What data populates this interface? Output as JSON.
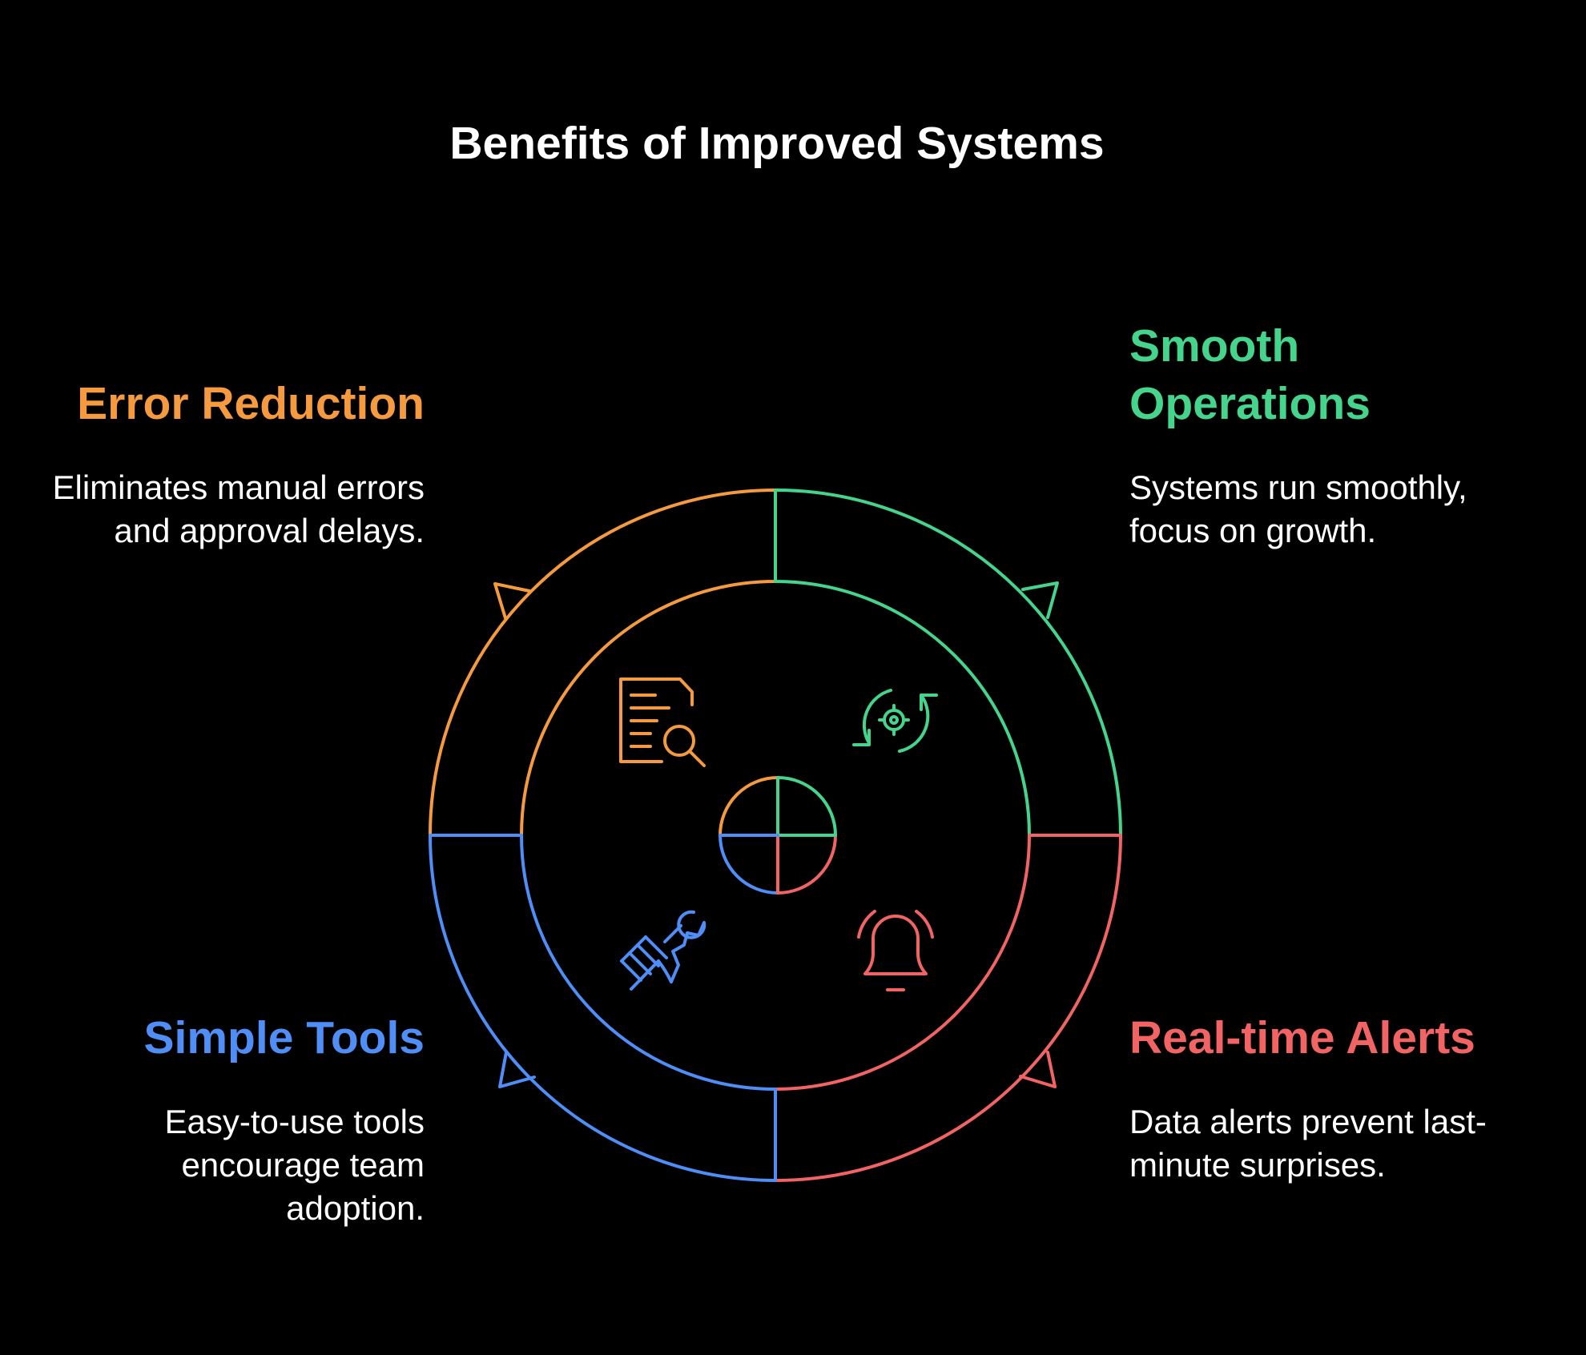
{
  "title": "Benefits of Improved Systems",
  "colors": {
    "orange": "#F59A3F",
    "green": "#45D48C",
    "red": "#F26464",
    "blue": "#4F8EF7",
    "background": "#000000",
    "text": "#FFFFFF"
  },
  "quadrants": [
    {
      "key": "error_reduction",
      "heading": "Error Reduction",
      "description": "Eliminates manual errors and approval delays.",
      "color": "orange",
      "icon": "document-search-icon"
    },
    {
      "key": "smooth_operations",
      "heading": "Smooth Operations",
      "description": "Systems run smoothly, focus on growth.",
      "color": "green",
      "icon": "gear-cycle-icon"
    },
    {
      "key": "simple_tools",
      "heading": "Simple Tools",
      "description": "Easy-to-use tools encourage team adoption.",
      "color": "blue",
      "icon": "hand-wrench-icon"
    },
    {
      "key": "realtime_alerts",
      "heading": "Real-time Alerts",
      "description": "Data alerts prevent last-minute surprises.",
      "color": "red",
      "icon": "bell-icon"
    }
  ]
}
